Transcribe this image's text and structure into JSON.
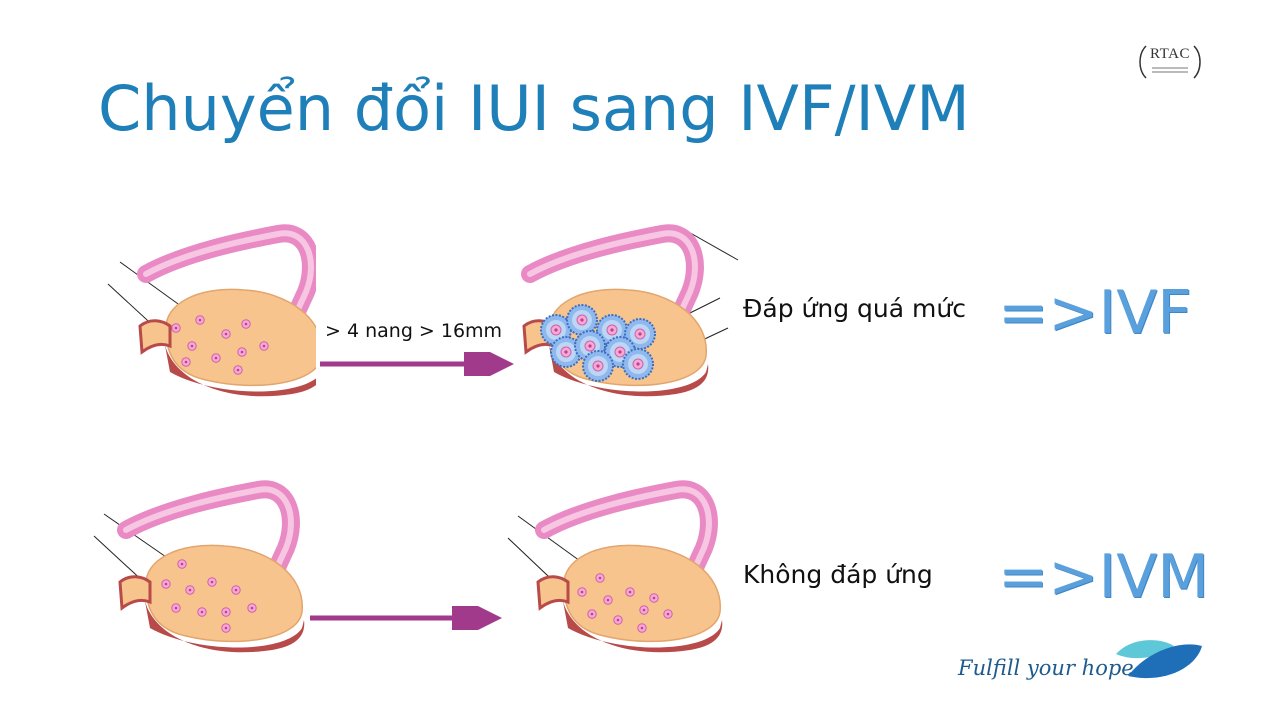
{
  "slide": {
    "title": "Chuyển đổi IUI sang IVF/IVM",
    "logo_text": "RTAC",
    "footer_text": "Fulfill your hope"
  },
  "rows": [
    {
      "arrow_label": "> 4 nang > 16mm",
      "response_label": "Đáp ứng quá mức",
      "result": "=>IVF"
    },
    {
      "arrow_label": "",
      "response_label": "Không đáp ứng",
      "result": "=>IVM"
    }
  ],
  "colors": {
    "title": "#1f7fb8",
    "result": "#5aa0dc",
    "arrow": "#a23a8c",
    "ovary": "#f7c48e",
    "tube": "#e98ac4",
    "follicle_large": "#6aa8e6"
  },
  "icons": {
    "logo": "rtac-logo",
    "footer_logo": "leaf-logo"
  }
}
